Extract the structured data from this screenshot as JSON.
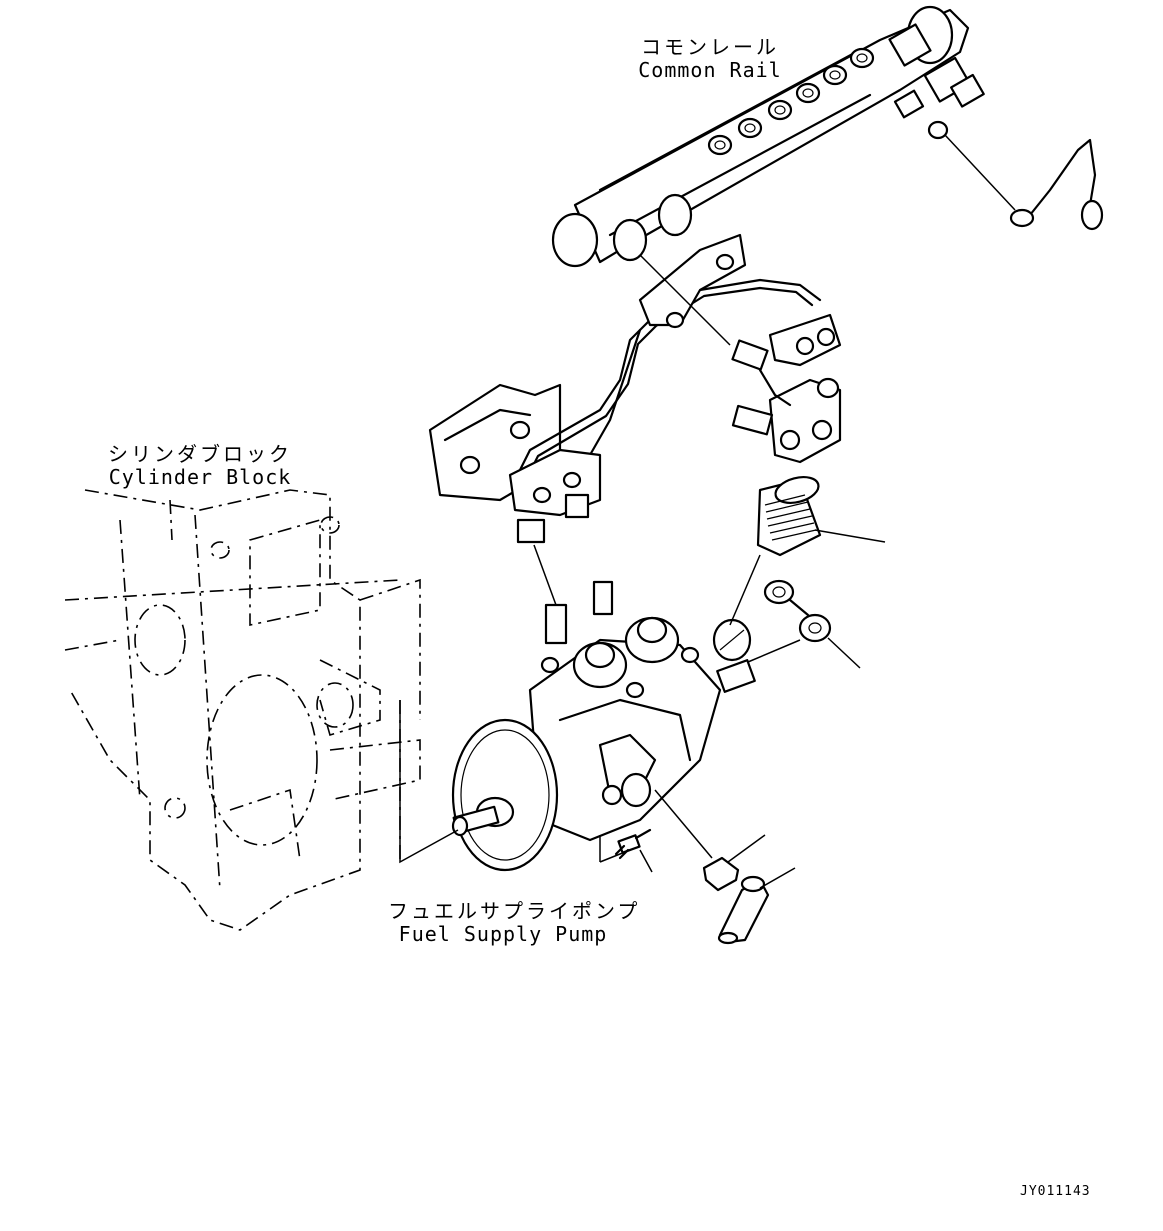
{
  "labels": {
    "common_rail": {
      "jp": "コモンレール",
      "en": "Common Rail"
    },
    "cylinder_block": {
      "jp": "シリンダブロック",
      "en": "Cylinder Block"
    },
    "fuel_supply_pump": {
      "jp": "フュエルサプライポンプ",
      "en": "Fuel Supply Pump"
    }
  },
  "drawing_number": "JY011143"
}
